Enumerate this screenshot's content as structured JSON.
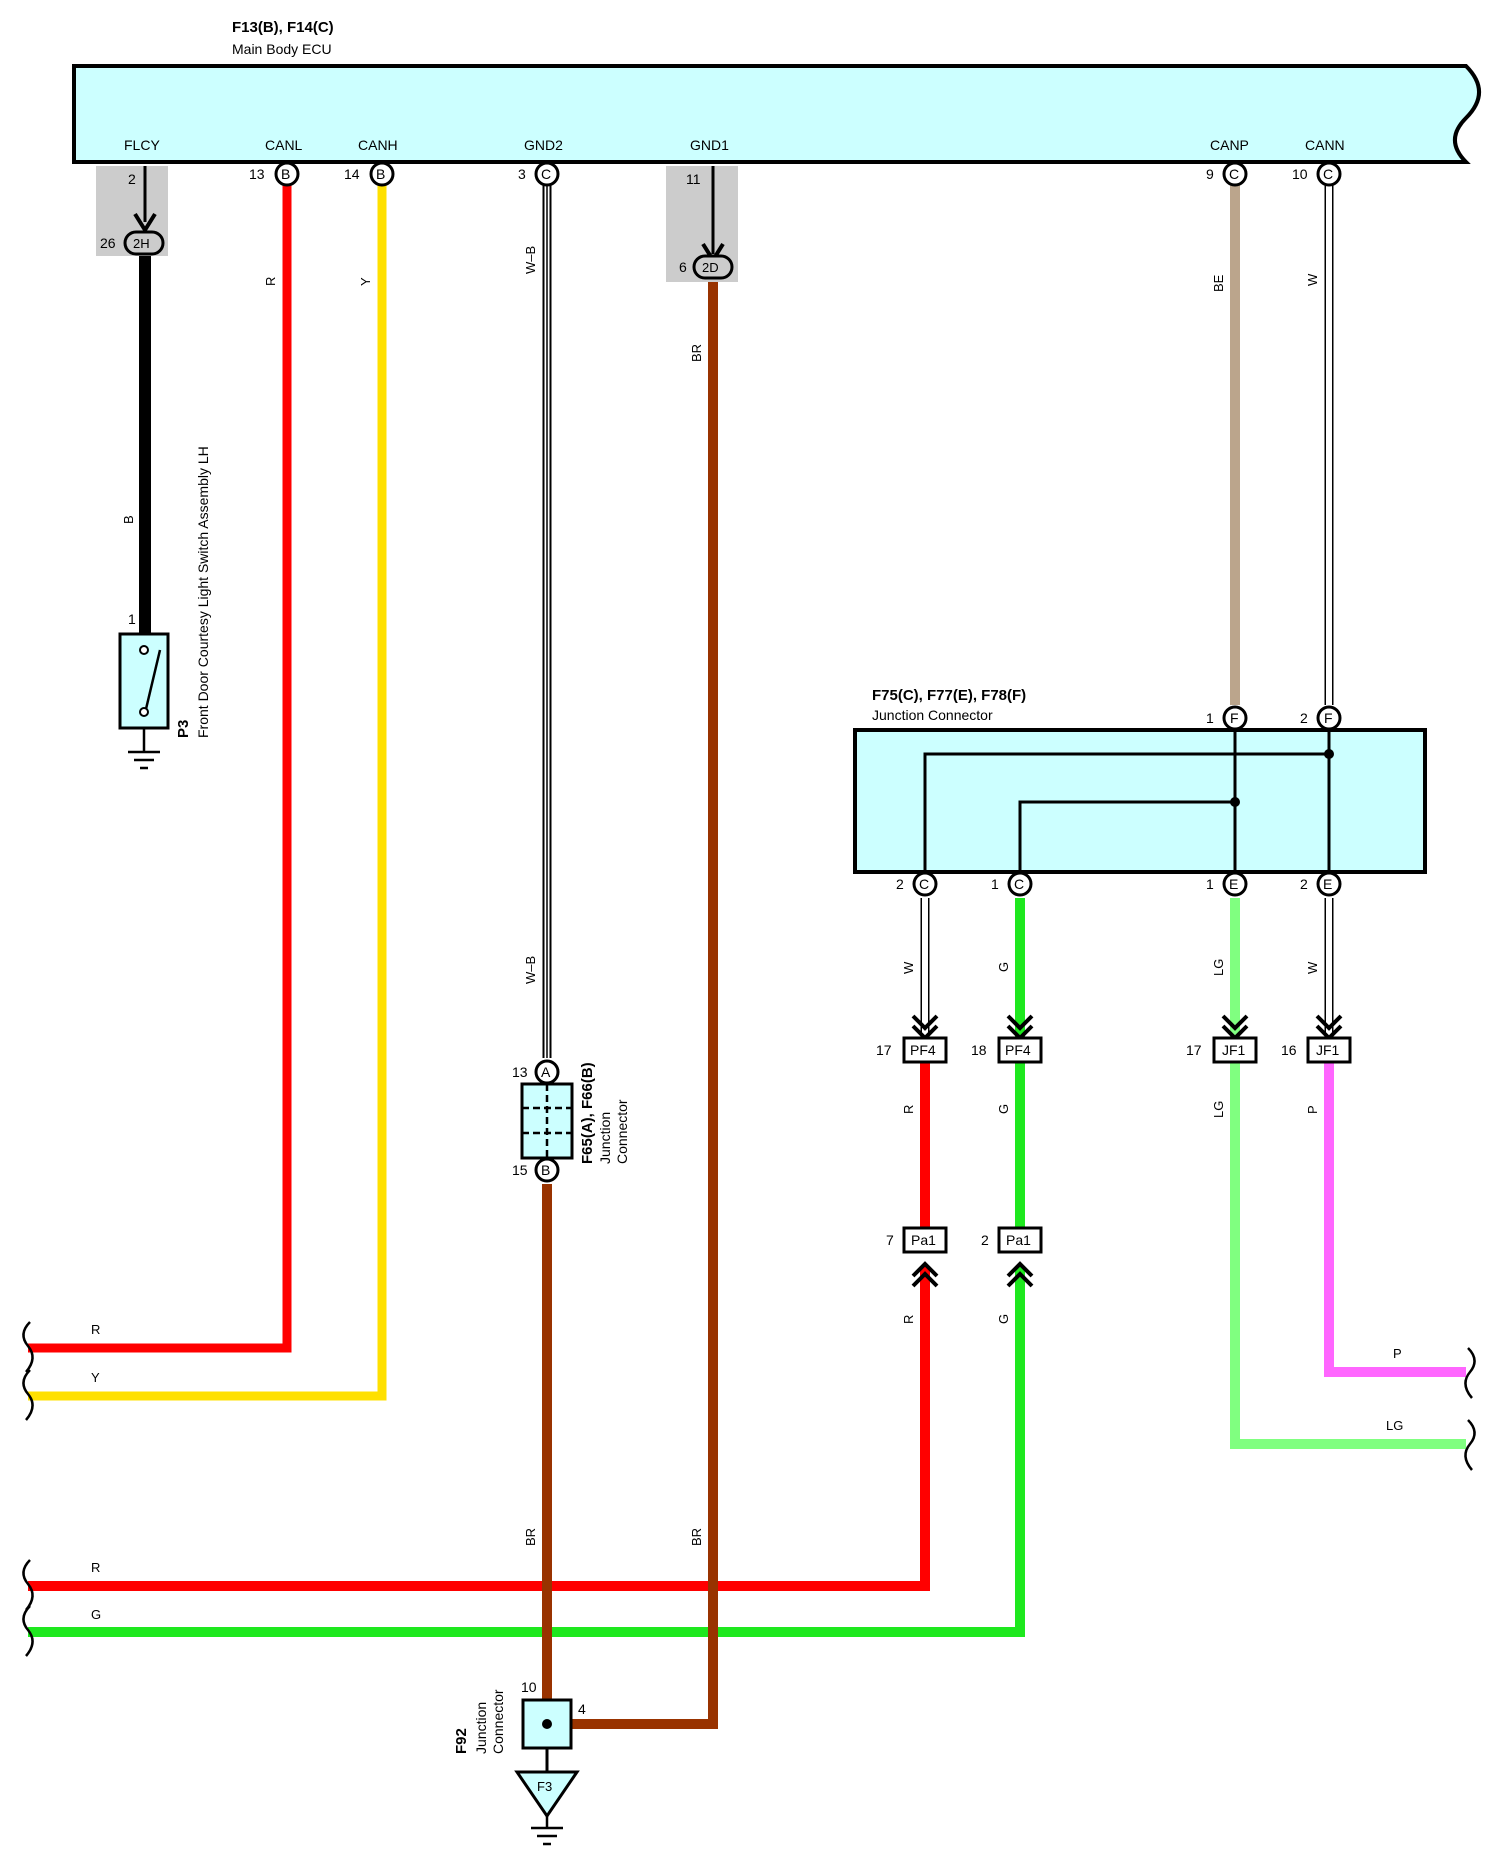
{
  "ecu": {
    "title": "F13(B), F14(C)",
    "subtitle": "Main Body ECU",
    "pins": {
      "flcy": "FLCY",
      "canl": "CANL",
      "canh": "CANH",
      "gnd2": "GND2",
      "gnd1": "GND1",
      "canp": "CANP",
      "cann": "CANN"
    }
  },
  "connectors": {
    "flcy_num": "2",
    "canl_num": "13",
    "canl_letter": "B",
    "canh_num": "14",
    "canh_letter": "B",
    "gnd2_num": "3",
    "gnd2_letter": "C",
    "gnd1_num": "11",
    "canp_num": "9",
    "canp_letter": "C",
    "cann_num": "10",
    "cann_letter": "C",
    "inline_2h_num": "26",
    "inline_2h": "2H",
    "inline_2d_num": "6",
    "inline_2d": "2D"
  },
  "wires": {
    "b": "B",
    "r": "R",
    "y": "Y",
    "wb": "W–B",
    "br": "BR",
    "be": "BE",
    "w": "W",
    "g": "G",
    "lg": "LG",
    "p": "P"
  },
  "switch": {
    "pin": "1",
    "code": "P3",
    "name": "Front Door Courtesy Light Switch Assembly LH"
  },
  "junction_conn": {
    "title": "F75(C), F77(E), F78(F)",
    "subtitle": "Junction Connector",
    "f1_num": "1",
    "f_letter": "F",
    "f2_num": "2",
    "c2_num": "2",
    "c_letter": "C",
    "c1_num": "1",
    "e1_num": "1",
    "e_letter": "E",
    "e2_num": "2"
  },
  "inline": {
    "pf4": "PF4",
    "jf1": "JF1",
    "pa1": "Pa1",
    "pf4_a": "17",
    "pf4_b": "18",
    "jf1_a": "17",
    "jf1_b": "16",
    "pa1_a": "7",
    "pa1_b": "2"
  },
  "f65": {
    "num_a": "13",
    "letter_a": "A",
    "num_b": "15",
    "letter_b": "B",
    "code": "F65(A), F66(B)",
    "line1": "Junction",
    "line2": "Connector"
  },
  "f92": {
    "num_10": "10",
    "num_4": "4",
    "code": "F92",
    "line1": "Junction",
    "line2": "Connector",
    "ground": "F3"
  },
  "colors": {
    "ecu_fill": "#ccffff",
    "red": "#ff0000",
    "yellow": "#ffe000",
    "brown": "#993300",
    "tan": "#bba58c",
    "green": "#1ee81e",
    "light_green": "#80ff80",
    "pink": "#ff66ff",
    "black": "#000000",
    "shade": "#cccccc"
  }
}
